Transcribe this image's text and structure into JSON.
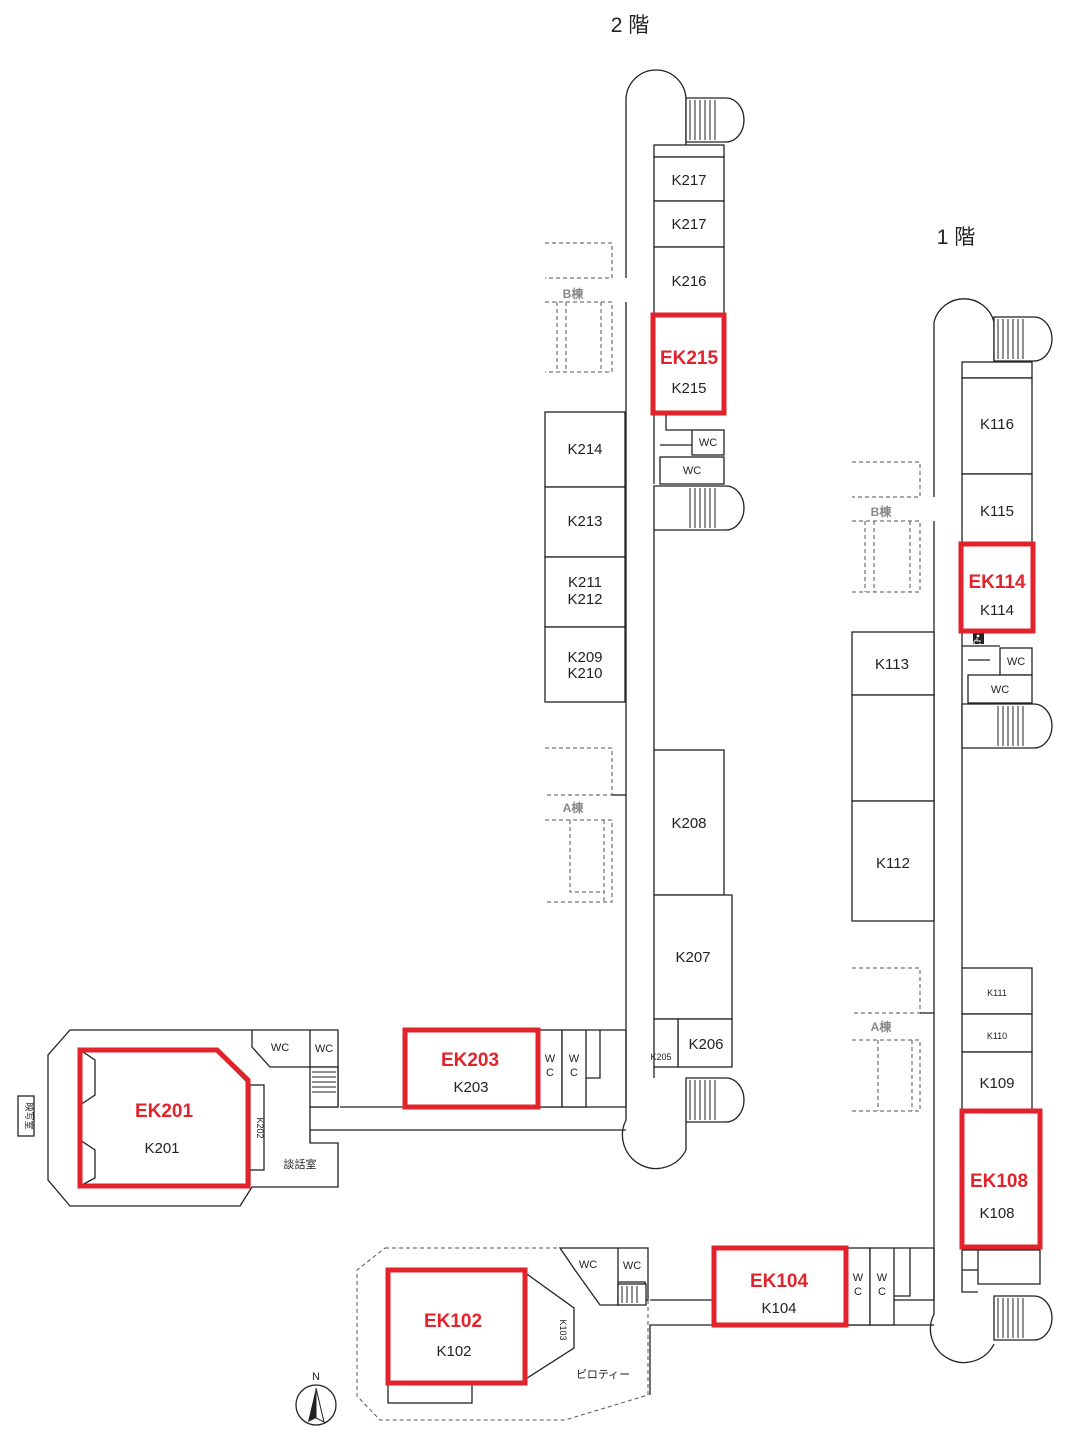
{
  "floors": {
    "second": "2 階",
    "first": "1 階"
  },
  "buildings": {
    "b": "B棟",
    "a": "A棟"
  },
  "compass": "N",
  "second_floor": {
    "rooms": {
      "k217a": "K217",
      "k217b": "K217",
      "k216": "K216",
      "k215": "K215",
      "k214": "K214",
      "k213": "K213",
      "k211": "K211",
      "k212": "K212",
      "k209": "K209",
      "k210": "K210",
      "k208": "K208",
      "k207": "K207",
      "k206": "K206",
      "k205": "K205",
      "k203": "K203",
      "k201": "K201",
      "k202": "K202"
    },
    "wc": [
      "WC",
      "WC",
      "WC",
      "WC",
      "W",
      "C",
      "W",
      "C"
    ],
    "lounge": "談話室",
    "projection": "映写室"
  },
  "first_floor": {
    "rooms": {
      "k116": "K116",
      "k115": "K115",
      "k114": "K114",
      "k113": "K113",
      "k112": "K112",
      "k111": "K111",
      "k110": "K110",
      "k109": "K109",
      "k108": "K108",
      "k104": "K104",
      "k102": "K102",
      "k103": "K103"
    },
    "wc": [
      "WC",
      "WC",
      "WC",
      "WC",
      "W",
      "C",
      "W",
      "C"
    ],
    "piloti": "ピロティー"
  },
  "highlights": [
    "EK215",
    "EK203",
    "EK201",
    "EK114",
    "EK108",
    "EK104",
    "EK102"
  ],
  "colors": {
    "highlight": "#e3232b",
    "wall": "#222222",
    "building_label": "#888888"
  }
}
